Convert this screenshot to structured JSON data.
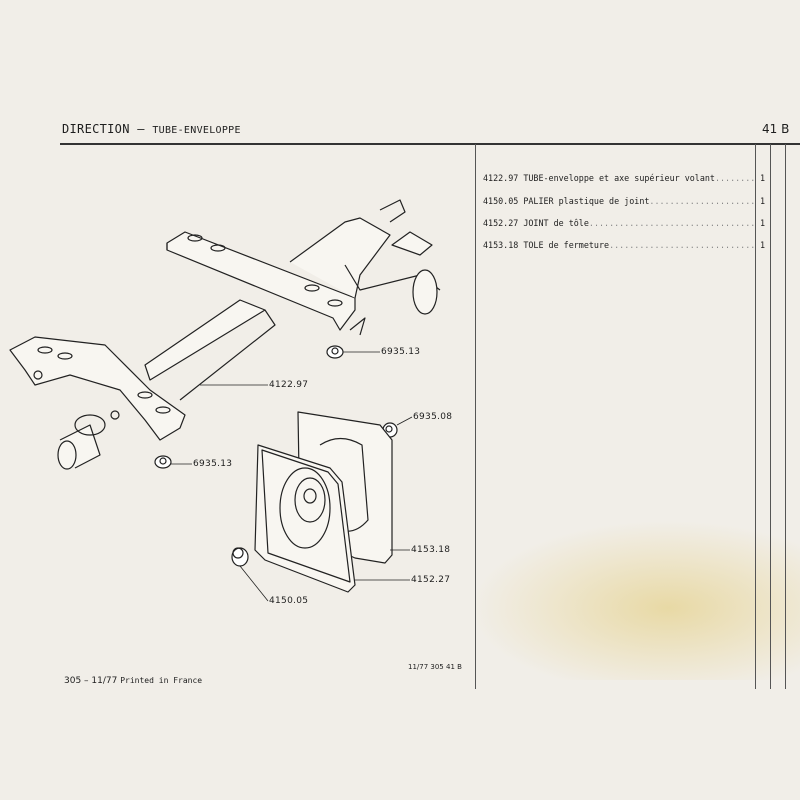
{
  "header": {
    "title": "DIRECTION",
    "separator": "–",
    "subtitle": "TUBE-ENVELOPPE",
    "page": "41 B"
  },
  "parts": [
    {
      "ref": "4122.97",
      "desc": "TUBE-enveloppe et axe supérieur volant",
      "qty": "1"
    },
    {
      "ref": "4150.05",
      "desc": "PALIER plastique de joint",
      "qty": "1"
    },
    {
      "ref": "4152.27",
      "desc": "JOINT de tôle",
      "qty": "1"
    },
    {
      "ref": "4153.18",
      "desc": "TOLE de fermeture",
      "qty": "1"
    }
  ],
  "callouts": {
    "nut_upper": "6935.13",
    "tube": "4122.97",
    "nut_small": "6935.08",
    "nut_lower": "6935.13",
    "plate": "4153.18",
    "gasket": "4152.27",
    "bearing": "4150.05"
  },
  "footer": {
    "left": "305 – 11/77",
    "printed": "Printed in France",
    "code": "11/77  305 41 B"
  }
}
